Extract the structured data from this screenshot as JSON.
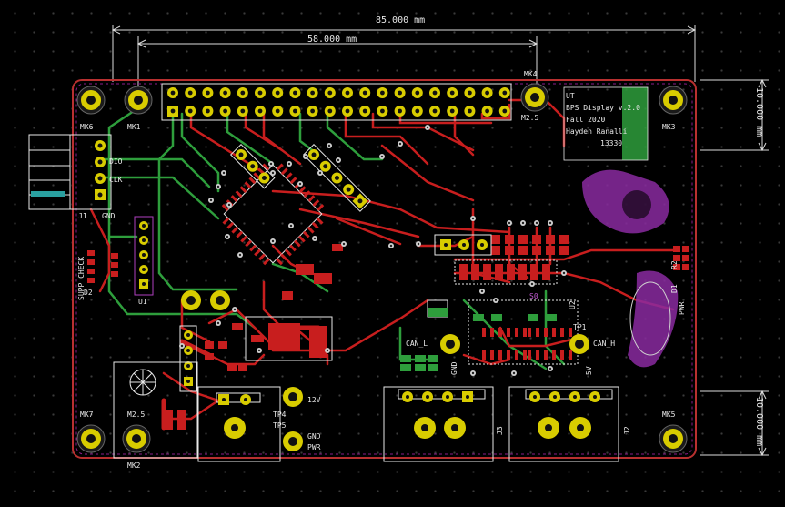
{
  "dimensions": {
    "top_width": "85.000 mm",
    "inner_width": "58.000 mm",
    "right_top": "10.000 mm",
    "right_bottom": "10.000 mm"
  },
  "mounting_holes": {
    "mk1": "MK1",
    "mk2": "MK2",
    "mk3": "MK3",
    "mk4": "MK4",
    "mk5": "MK5",
    "mk6": "MK6",
    "mk7": "MK7",
    "m25_a": "M2.5",
    "m25_b": "M2.5"
  },
  "title_block": {
    "line1": "UT",
    "line2": "BPS Display v.2.0",
    "line3": "Fall 2020",
    "line4": "Hayden Ranalli",
    "line5": "13330"
  },
  "labels": {
    "j1": "J1",
    "supp_check": "SUPP CHECK",
    "d2": "D2",
    "dio": "DIO",
    "clk": "CLK",
    "gnd_j1": "GND",
    "u1": "U1",
    "u2": "U2",
    "j2": "J2",
    "j3": "J3",
    "d1": "D1",
    "pwr": "PWR",
    "can_l": "CAN_L",
    "can_h": "CAN_H",
    "tp1": "TP1",
    "tp4": "TP4",
    "tp5": "TP5",
    "v12": "12V",
    "gnd": "GND",
    "pwr2": "PWR",
    "s0": "S0",
    "gnd_v": "GND",
    "plus5v": "5V",
    "r2": "R2"
  },
  "colors": {
    "board_edge": "#b83030",
    "copper_front": "#c81e1e",
    "copper_back": "#2e9e3c",
    "pad": "#d8cc00",
    "silkscreen": "#e8e8e8",
    "courtyard": "#b040c0",
    "hole": "#111111"
  }
}
